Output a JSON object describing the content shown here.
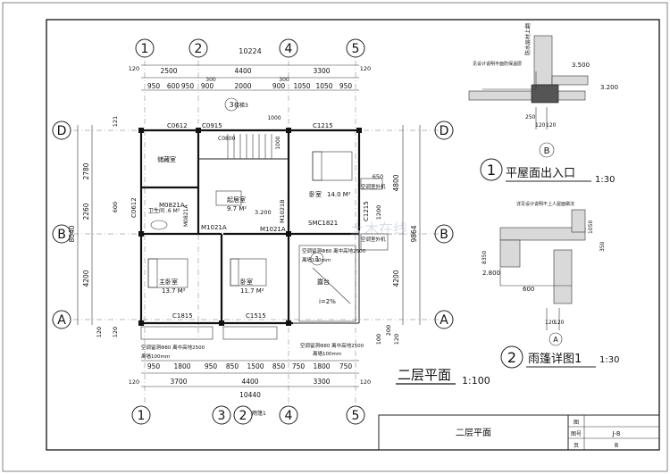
{
  "sheet_title": "二层平面",
  "title_block": {
    "drawing_name": "二层平面",
    "label_a": "图",
    "label_b": "图号",
    "label_c": "页",
    "sheet_no": "J-8",
    "page_no": "8"
  },
  "axes": {
    "top": [
      "1",
      "2",
      "4",
      "5"
    ],
    "bottom": [
      "1",
      "3",
      "2",
      "4",
      "5"
    ],
    "left": [
      "D",
      "B",
      "A"
    ],
    "right": [
      "D",
      "B",
      "A"
    ]
  },
  "dims_top": {
    "total": "10224",
    "row1": [
      "2500",
      "4400",
      "3300"
    ],
    "row2": [
      "950",
      "600",
      "950",
      "900",
      "2000",
      "900",
      "1050",
      "1050",
      "950"
    ],
    "edge": [
      "120",
      "120"
    ],
    "small": [
      "300",
      "300",
      "1000",
      "1000"
    ]
  },
  "dims_bottom": {
    "row1": [
      "950",
      "1800",
      "950",
      "850",
      "1500",
      "850",
      "750",
      "1800",
      "750"
    ],
    "row2": [
      "3700",
      "4400",
      "3300"
    ],
    "total": "10440",
    "edge": [
      "120",
      "120"
    ]
  },
  "dims_left": {
    "segments": [
      "2780",
      "2260",
      "4200"
    ],
    "total": "8040",
    "small": [
      "600",
      "120",
      "120",
      "121"
    ]
  },
  "dims_right": {
    "segments": [
      "4800",
      "4200"
    ],
    "total": "9864",
    "small": [
      "650",
      "1200",
      "200",
      "100",
      "120"
    ]
  },
  "rooms": [
    {
      "name": "储藏室",
      "area": ""
    },
    {
      "name": "起居室",
      "area": "9.7 M²"
    },
    {
      "name": "卧室",
      "area": "14.0 M²"
    },
    {
      "name": "卫生间",
      "area": ".6 M²"
    },
    {
      "name": "主卧室",
      "area": "13.7 M²"
    },
    {
      "name": "卧室",
      "area": "11.7 M²"
    },
    {
      "name": "露台",
      "area": ""
    }
  ],
  "openings": [
    "C0612",
    "C0915",
    "C1215",
    "C0612",
    "M0821A",
    "M0821A",
    "M1021A",
    "M1021B",
    "M1021A",
    "SMC1821",
    "C1215",
    "C1815",
    "C1515",
    "C0800"
  ],
  "notes": {
    "ac1": "空调室外机",
    "ac2": "空调室外机",
    "ac_pipe_long": "空调留洞Φ80 离中高地2500",
    "ac_pipe": "空调留洞Φ80 离中高地2500",
    "parapet": "离墙100mm",
    "slope": "i=2%",
    "elev": "3.200",
    "stair": "楼梯3",
    "rain_ref": "雨篷1",
    "marker_1": "1",
    "marker_3": "3",
    "marker_2": "2"
  },
  "main_label": {
    "title": "二层平面",
    "scale": "1:100"
  },
  "detail_top": {
    "num": "1",
    "title": "平屋面出入口",
    "scale": "1:30",
    "axis": "B",
    "note1": "防水层材上翻",
    "note2": "见设计说明平面防保温层",
    "elev1": "3.500",
    "elev2": "3.200",
    "dims": [
      "120",
      "120",
      "250"
    ]
  },
  "detail_bottom": {
    "num": "2",
    "title": "雨篷详图1",
    "scale": "1:30",
    "axis": "A",
    "note": "详见设计说明不上人屋面做法",
    "elev": "2.800",
    "dims": [
      "600",
      "120",
      "120",
      "350",
      "1050",
      "8350"
    ]
  },
  "watermark": "土木在线"
}
